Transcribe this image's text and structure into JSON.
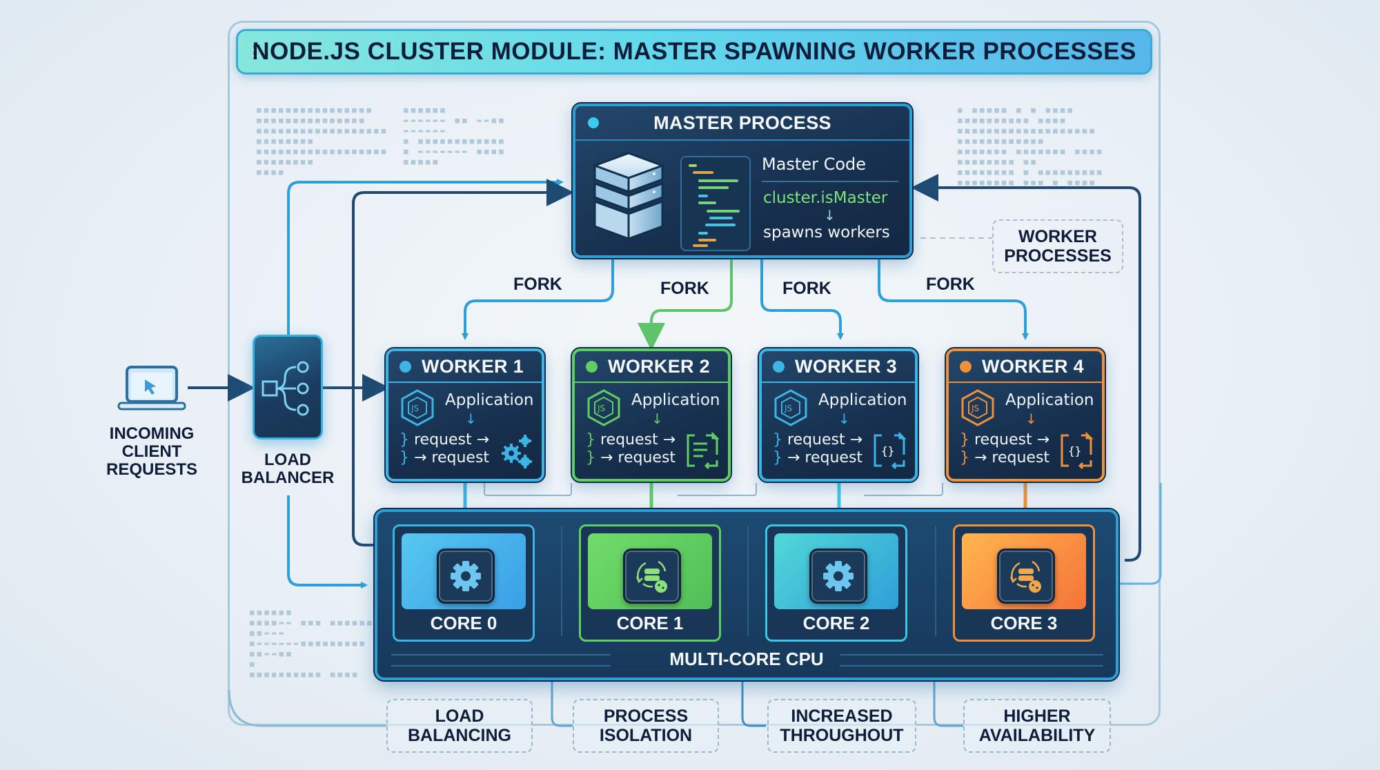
{
  "title": "NODE.JS CLUSTER MODULE: MASTER SPAWNING WORKER PROCESSES",
  "colors": {
    "blue": "#2f9fd8",
    "green": "#5fcf62",
    "cyan": "#3cc7e6",
    "orange": "#f0913a",
    "navy": "#17304f",
    "dark_text": "#0f1d3a"
  },
  "client": {
    "icon": "laptop-cursor-icon",
    "label_lines": [
      "INCOMING",
      "CLIENT",
      "REQUESTS"
    ]
  },
  "load_balancer": {
    "icon": "branching-flow-icon",
    "label_lines": [
      "LOAD",
      "BALANCER"
    ]
  },
  "master": {
    "title": "MASTER PROCESS",
    "server_icon": "server-stack-icon",
    "code_icon": "code-lines-icon",
    "code_heading": "Master Code",
    "code_call": "cluster.isMaster",
    "arrow": "↓",
    "action": "spawns workers"
  },
  "worker_processes_label": [
    "WORKER",
    "PROCESSES"
  ],
  "fork_labels": [
    "FORK",
    "FORK",
    "FORK",
    "FORK"
  ],
  "workers": [
    {
      "title": "WORKER 1",
      "app": "Application",
      "arrow": "↓",
      "req1": "request →",
      "req2": "→ request",
      "brace": "}",
      "icon": "gears-icon",
      "accent": "#3cb4e6"
    },
    {
      "title": "WORKER 2",
      "app": "Application",
      "arrow": "↓",
      "req1": "request →",
      "req2": "→ request",
      "brace": "}",
      "icon": "document-sync-icon",
      "accent": "#5fcf62"
    },
    {
      "title": "WORKER 3",
      "app": "Application",
      "arrow": "↓",
      "req1": "request →",
      "req2": "→ request",
      "brace": "}",
      "icon": "json-file-sync-icon",
      "accent": "#3cb4e6"
    },
    {
      "title": "WORKER 4",
      "app": "Application",
      "arrow": "↓",
      "req1": "request →",
      "req2": "→ request",
      "brace": "}",
      "icon": "json-file-sync-icon",
      "accent": "#f0913a"
    }
  ],
  "cpu": {
    "label": "MULTI-CORE CPU",
    "cores": [
      {
        "label": "CORE 0",
        "icon": "gear-icon",
        "accent": "#3cb4e6"
      },
      {
        "label": "CORE 1",
        "icon": "database-cycle-icon",
        "accent": "#5fcf62"
      },
      {
        "label": "CORE 2",
        "icon": "gear-icon",
        "accent": "#3cc7e6"
      },
      {
        "label": "CORE 3",
        "icon": "database-cycle-icon",
        "accent": "#f0913a"
      }
    ]
  },
  "benefits": [
    [
      "LOAD",
      "BALANCING"
    ],
    [
      "PROCESS",
      "ISOLATION"
    ],
    [
      "INCREASED",
      "THROUGHOUT"
    ],
    [
      "HIGHER",
      "AVAILABILITY"
    ]
  ]
}
